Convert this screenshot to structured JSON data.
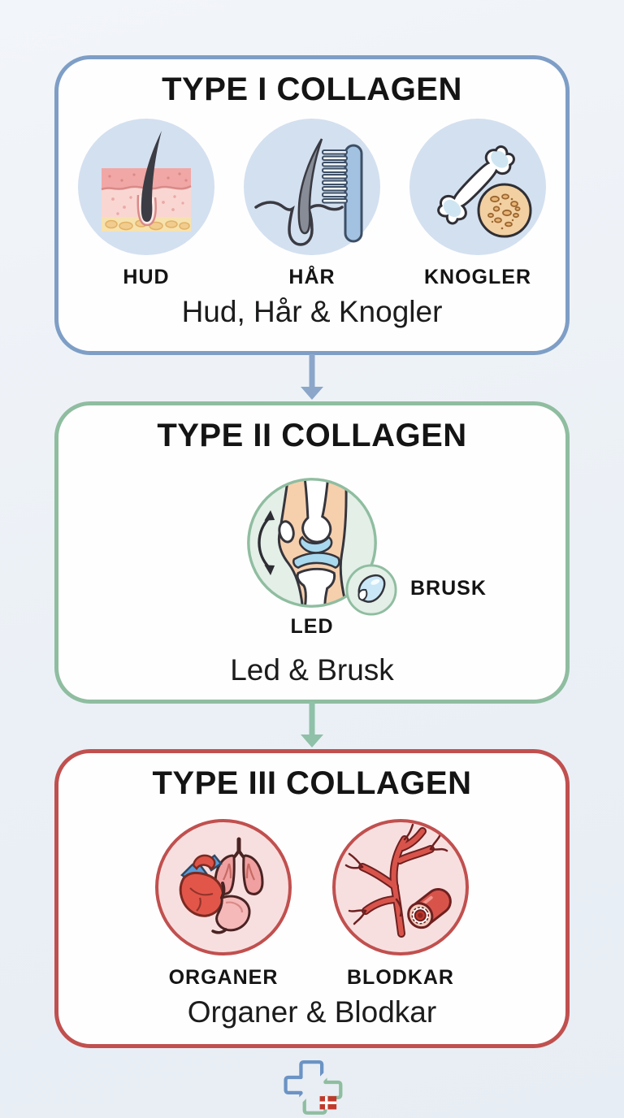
{
  "page": {
    "background_top": "#f2f5f9",
    "background_bottom": "#e7edf4"
  },
  "cards": [
    {
      "title": "TYPE I COLLAGEN",
      "subtitle": "Hud, Hår & Knogler",
      "accent": "#7e9ec6",
      "icon_bg": "#d3e0f0",
      "items": [
        {
          "label": "HUD",
          "icon": "skin-cross-section-icon"
        },
        {
          "label": "HÅR",
          "icon": "hair-and-comb-icon"
        },
        {
          "label": "KNOGLER",
          "icon": "bone-icon"
        }
      ]
    },
    {
      "title": "TYPE II COLLAGEN",
      "subtitle": "Led & Brusk",
      "accent": "#8fbda0",
      "icon_bg": "#e3efe7",
      "items": [
        {
          "label": "LED",
          "icon": "knee-joint-icon"
        },
        {
          "label": "BRUSK",
          "icon": "cartilage-icon"
        }
      ]
    },
    {
      "title": "TYPE III COLLAGEN",
      "subtitle": "Organer & Blodkar",
      "accent": "#c0504f",
      "icon_bg": "#f8dfdf",
      "items": [
        {
          "label": "ORGANER",
          "icon": "internal-organs-icon"
        },
        {
          "label": "BLODKAR",
          "icon": "blood-vessels-icon"
        }
      ]
    }
  ],
  "arrows": [
    {
      "color": "#8ba6c9"
    },
    {
      "color": "#8fc0a8"
    }
  ],
  "logo": {
    "icon": "medical-cross-danish-flag-logo",
    "cross_blue": "#6b93c4",
    "cross_green": "#8fbda0",
    "flag_red": "#c0392b"
  }
}
